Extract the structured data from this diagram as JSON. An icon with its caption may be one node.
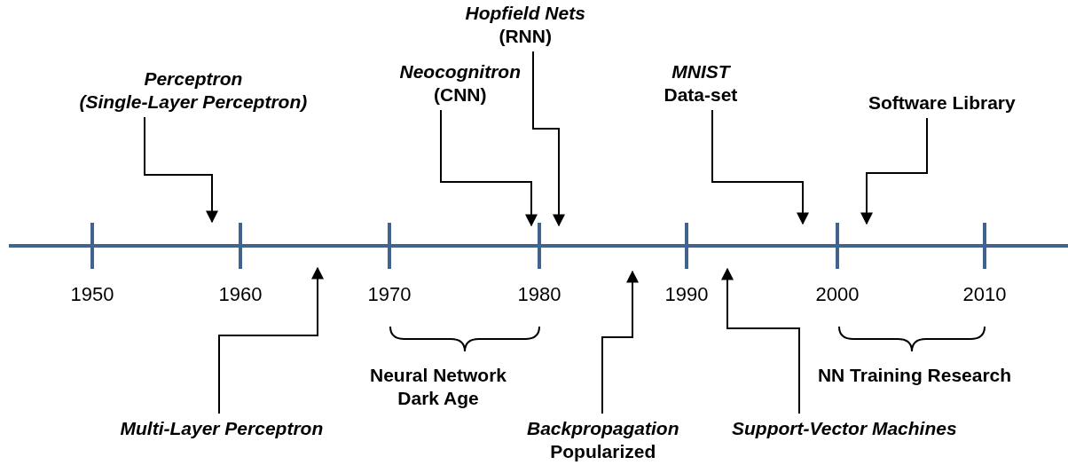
{
  "diagram": {
    "nodes": [
      {
        "text": [
          "Perceptron",
          "(Single-Layer Perceptron)"
        ]
      },
      {
        "text": [
          "Neocognitron",
          "(CNN)"
        ]
      },
      {
        "text": [
          "Hopfield Nets",
          "(RNN)"
        ]
      },
      {
        "text": [
          "MNIST",
          "Data-set"
        ]
      },
      {
        "text": [
          "Software Library"
        ]
      },
      {
        "text": [
          "Multi-Layer Perceptron"
        ]
      },
      {
        "text": [
          "Backpropagation",
          "Popularized"
        ]
      },
      {
        "text": [
          "Support-Vector Machines"
        ]
      }
    ],
    "edges": [
      {
        "from": 0,
        "to": null,
        "arrow": "to"
      },
      {
        "from": 1,
        "to": null,
        "arrow": "to"
      },
      {
        "from": 2,
        "to": null,
        "arrow": "to"
      },
      {
        "from": 3,
        "to": null,
        "arrow": "to"
      },
      {
        "from": 4,
        "to": null,
        "arrow": "to"
      },
      {
        "from": 5,
        "to": null,
        "arrow": "to"
      },
      {
        "from": 6,
        "to": null,
        "arrow": "to"
      },
      {
        "from": 7,
        "to": null,
        "arrow": "to"
      }
    ],
    "labels": [
      "1950",
      "1960",
      "1970",
      "1980",
      "1990",
      "2000",
      "2010",
      "Neural Network Dark Age",
      "NN Training Research"
    ]
  }
}
